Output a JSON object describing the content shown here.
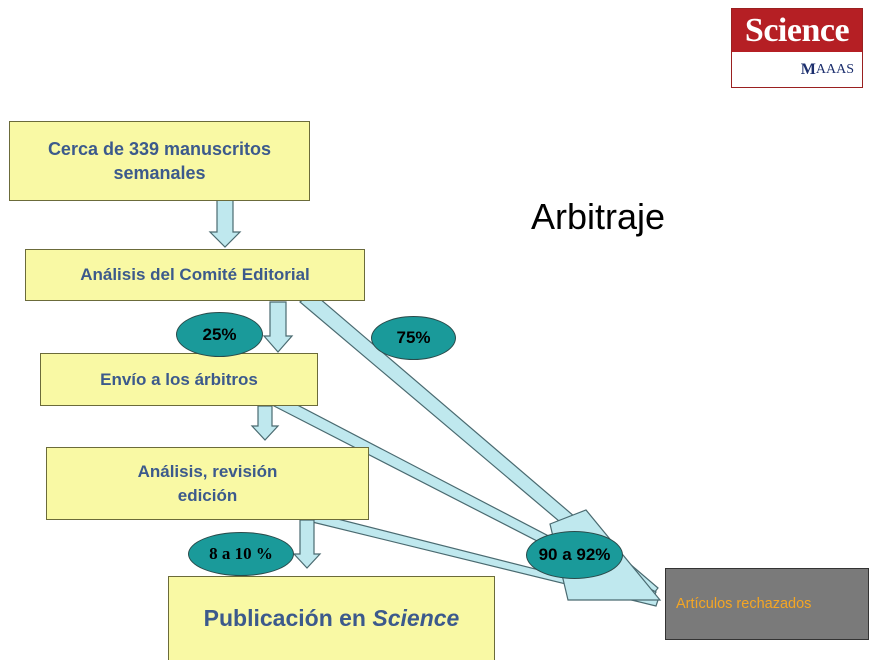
{
  "logo": {
    "title": "Science",
    "subtitle_mark": "M",
    "subtitle_rest": "AAAS"
  },
  "heading": "Arbitraje",
  "boxes": {
    "manuscripts": "Cerca de 339 manuscritos semanales",
    "committee": "Análisis del Comité Editorial",
    "referees": "Envío a los árbitros",
    "analysis": "Análisis, revisión edición",
    "publication_prefix": "Publicación en ",
    "publication_journal": "Science",
    "rejected": "Artículos rechazados"
  },
  "percentages": {
    "to_referees": "25%",
    "rejected_by_committee": "75%",
    "published": "8 a 10 %",
    "rejected_total": "90 a 92%"
  },
  "colors": {
    "box_fill": "#f9f9a4",
    "box_text": "#3c5a8c",
    "arrow_fill": "#bfe8ee",
    "ellipse_fill": "#1a9a9a",
    "rejected_fill": "#7a7a7a",
    "rejected_text": "#f5a623",
    "logo_red": "#b51f24"
  }
}
